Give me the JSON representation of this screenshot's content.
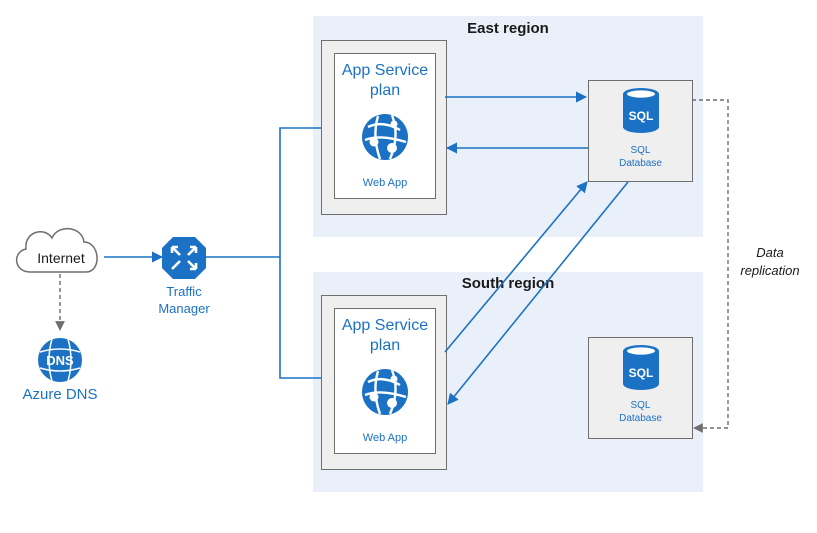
{
  "regions": {
    "east": {
      "title": "East region"
    },
    "south": {
      "title": "South region"
    }
  },
  "app_service_plan": {
    "title_line1": "App Service",
    "title_line2": "plan",
    "web_app_label": "Web App"
  },
  "sql_database": {
    "label_line1": "SQL",
    "label_line2": "Database",
    "icon_text": "SQL"
  },
  "internet": {
    "label": "Internet"
  },
  "traffic_manager": {
    "label_line1": "Traffic",
    "label_line2": "Manager"
  },
  "azure_dns": {
    "label": "Azure DNS",
    "icon_text": "DNS"
  },
  "replication": {
    "label_line1": "Data",
    "label_line2": "replication"
  },
  "colors": {
    "accent": "#1b72c5",
    "region_bg": "#eaf0f9",
    "box_bg": "#efefef",
    "border": "#6e6e6e"
  }
}
